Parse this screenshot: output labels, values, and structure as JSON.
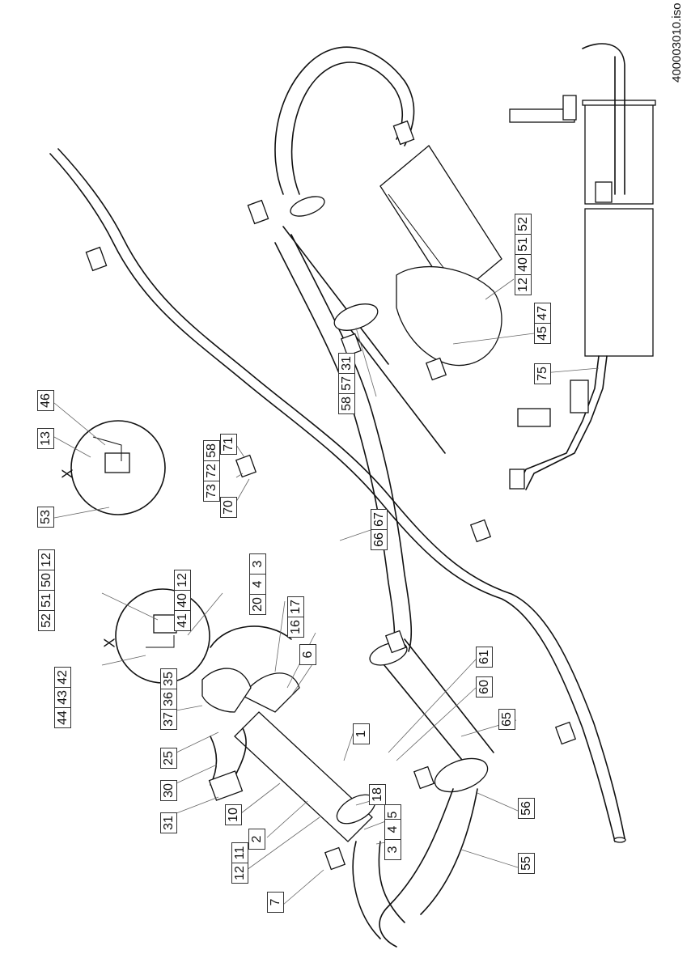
{
  "drawing": {
    "file_code": "400003010.iso",
    "detail_marker": "X",
    "orientation": "rotated-90",
    "callouts": [
      {
        "id": "c-46",
        "parts": [
          "46"
        ]
      },
      {
        "id": "c-13",
        "parts": [
          "13"
        ]
      },
      {
        "id": "c-53",
        "parts": [
          "53"
        ]
      },
      {
        "id": "c-71",
        "parts": [
          "71"
        ]
      },
      {
        "id": "c-73-72-58",
        "parts": [
          "73",
          "72",
          "58"
        ]
      },
      {
        "id": "c-70",
        "parts": [
          "70"
        ]
      },
      {
        "id": "c-52-51-50-12",
        "parts": [
          "52",
          "51",
          "50",
          "12"
        ]
      },
      {
        "id": "c-41-40-12",
        "parts": [
          "41",
          "40",
          "12"
        ]
      },
      {
        "id": "c-44-43-42",
        "parts": [
          "44",
          "43",
          "42"
        ]
      },
      {
        "id": "c-20-4-3",
        "parts": [
          "20",
          "4",
          "3"
        ]
      },
      {
        "id": "c-16-17",
        "parts": [
          "16",
          "17"
        ]
      },
      {
        "id": "c-6",
        "parts": [
          "6"
        ]
      },
      {
        "id": "c-37-36-35",
        "parts": [
          "37",
          "36",
          "35"
        ]
      },
      {
        "id": "c-25",
        "parts": [
          "25"
        ]
      },
      {
        "id": "c-30",
        "parts": [
          "30"
        ]
      },
      {
        "id": "c-31a",
        "parts": [
          "31"
        ]
      },
      {
        "id": "c-10",
        "parts": [
          "10"
        ]
      },
      {
        "id": "c-2",
        "parts": [
          "2"
        ]
      },
      {
        "id": "c-12-11",
        "parts": [
          "12",
          "11"
        ]
      },
      {
        "id": "c-7",
        "parts": [
          "7"
        ]
      },
      {
        "id": "c-1",
        "parts": [
          "1"
        ]
      },
      {
        "id": "c-18",
        "parts": [
          "18"
        ]
      },
      {
        "id": "c-5",
        "parts": [
          "5"
        ]
      },
      {
        "id": "c-3-4",
        "parts": [
          "3",
          "4"
        ]
      },
      {
        "id": "c-61",
        "parts": [
          "61"
        ]
      },
      {
        "id": "c-60",
        "parts": [
          "60"
        ]
      },
      {
        "id": "c-65",
        "parts": [
          "65"
        ]
      },
      {
        "id": "c-56",
        "parts": [
          "56"
        ]
      },
      {
        "id": "c-55",
        "parts": [
          "55"
        ]
      },
      {
        "id": "c-66-67",
        "parts": [
          "66",
          "67"
        ]
      },
      {
        "id": "c-58-57-31",
        "parts": [
          "58",
          "57",
          "31"
        ]
      },
      {
        "id": "c-12-40-51-52",
        "parts": [
          "12",
          "40",
          "51",
          "52"
        ]
      },
      {
        "id": "c-45-47",
        "parts": [
          "45",
          "47"
        ]
      },
      {
        "id": "c-75",
        "parts": [
          "75"
        ]
      }
    ]
  }
}
